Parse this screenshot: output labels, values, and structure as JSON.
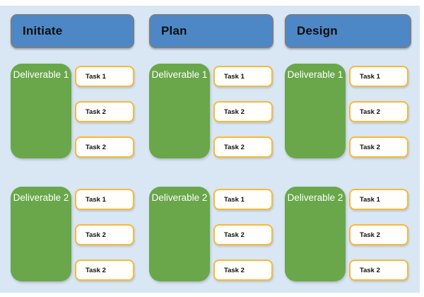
{
  "colors": {
    "page_background": "#ffffff",
    "panel_background": "#d9e6f3",
    "header_fill": "#4e87c5",
    "header_border": "#747f8b",
    "header_text": "#0d0d0d",
    "deliverable_fill": "#69a74a",
    "deliverable_text": "#ffffff",
    "task_fill": "#fffefb",
    "task_border": "#f6b93c",
    "task_text": "#111111"
  },
  "columns": [
    {
      "header": "Initiate",
      "groups": [
        {
          "deliverable": "Deliverable 1",
          "tasks": [
            "Task 1",
            "Task 2",
            "Task 2"
          ]
        },
        {
          "deliverable": "Deliverable 2",
          "tasks": [
            "Task 1",
            "Task 2",
            "Task 2"
          ]
        }
      ]
    },
    {
      "header": "Plan",
      "groups": [
        {
          "deliverable": "Deliverable 1",
          "tasks": [
            "Task 1",
            "Task 2",
            "Task 2"
          ]
        },
        {
          "deliverable": "Deliverable 2",
          "tasks": [
            "Task 1",
            "Task 2",
            "Task 2"
          ]
        }
      ]
    },
    {
      "header": "Design",
      "groups": [
        {
          "deliverable": "Deliverable 1",
          "tasks": [
            "Task 1",
            "Task 2",
            "Task 2"
          ]
        },
        {
          "deliverable": "Deliverable 2",
          "tasks": [
            "Task 1",
            "Task 2",
            "Task 2"
          ]
        }
      ]
    }
  ]
}
